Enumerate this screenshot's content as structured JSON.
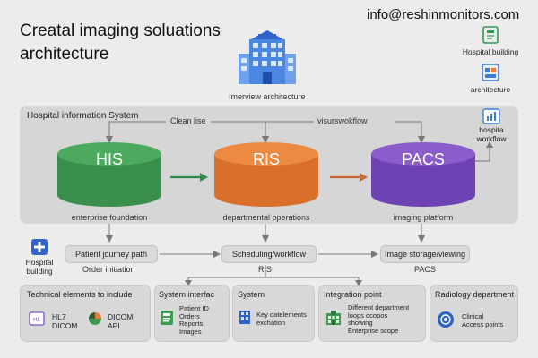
{
  "title_line1": "Creatal imaging soluations",
  "title_line2": "architecture",
  "email": "info@reshinmonitors.com",
  "legend": {
    "hospital_building": "Hospital building",
    "architecture": "architecture",
    "hospital_workflow_1": "hospita",
    "hospital_workflow_2": "workflow"
  },
  "center_caption": "Imerview architecture",
  "panel": {
    "title": "Hospital information System",
    "clean_label": "Clean lise",
    "visual_workflow": "visurswokflow"
  },
  "systems": [
    {
      "name": "HIS",
      "caption": "enterprise foundation",
      "color": "#3f9a52"
    },
    {
      "name": "RIS",
      "caption": "departmental operations",
      "color": "#e67d33"
    },
    {
      "name": "PACS",
      "caption": "imaging platform",
      "color": "#7e4fc0"
    }
  ],
  "hospital_building_side_1": "Hospital",
  "hospital_building_side_2": "building",
  "flow": {
    "patient_journey": "Patient journey path",
    "order_initiation": "Order initiation",
    "scheduling": "Scheduling/workflow",
    "ris": "RIS",
    "image_storage": "Image storage/viewing",
    "pacs": "PACS"
  },
  "boxes": {
    "technical": {
      "title": "Technical elements to include",
      "hl7_1": "HL7",
      "hl7_2": "DICOM",
      "dicom_1": "DICOM",
      "dicom_2": "API"
    },
    "system_interface": {
      "title": "System interfac",
      "l1": "Patient ID",
      "l2": "Orders",
      "l3": "Reports",
      "l4": "Images"
    },
    "system": {
      "title": "System",
      "l1": "Key datelements",
      "l2": "exchation"
    },
    "integration": {
      "title": "Integration point",
      "l1": "Different department",
      "l2": "loops ocopos",
      "l3": "showing",
      "l4": "Enterprise scope"
    },
    "radiology": {
      "title": "Radiology department",
      "l1": "Clinical",
      "l2": "Access points"
    }
  },
  "colors": {
    "his": "#3f9a52",
    "ris": "#e67d33",
    "pacs": "#7e4fc0",
    "accent_blue": "#3a7fd6",
    "accent_green": "#2f9a55"
  }
}
